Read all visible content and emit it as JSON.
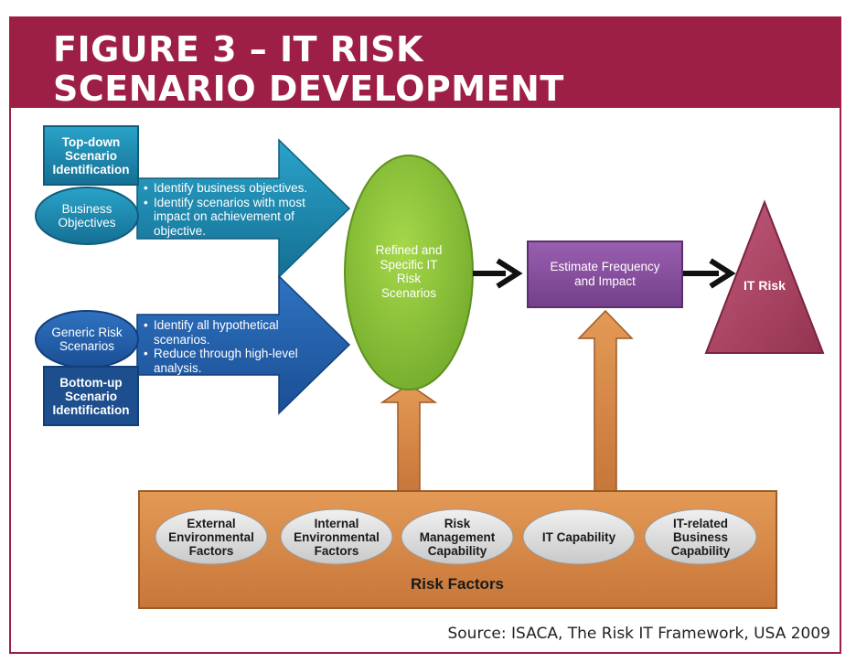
{
  "header": {
    "title_line1": "FIGURE 3 – IT RISK",
    "title_line2": "SCENARIO DEVELOPMENT"
  },
  "top_down": {
    "box_label": "Top-down Scenario Identification",
    "oval_label": "Business Objectives",
    "bullets": [
      "Identify business objectives.",
      "Identify scenarios with most impact on achievement of objective."
    ]
  },
  "bottom_up": {
    "box_label": "Bottom-up Scenario Identification",
    "oval_label": "Generic Risk Scenarios",
    "bullets": [
      "Identify all hypothetical scenarios.",
      "Reduce through high-level analysis."
    ]
  },
  "refined": {
    "label": "Refined and Specific IT Risk Scenarios"
  },
  "estimate": {
    "label": "Estimate Frequency and Impact"
  },
  "it_risk": {
    "label": "IT Risk"
  },
  "risk_factors": {
    "label": "Risk Factors",
    "items": [
      "External Environmental Factors",
      "Internal Environmental Factors",
      "Risk Management Capability",
      "IT Capability",
      "IT-related Business Capability"
    ]
  },
  "source": "Source: ISACA, The Risk IT Framework, USA 2009",
  "colors": {
    "header_bg": "#9e1f45",
    "teal": "#1b7fa6",
    "blue": "#1f5aa3",
    "navy": "#1d4f8f",
    "green": "#8dc63f",
    "purple": "#8a4f9e",
    "maroon": "#b24a6a",
    "orange": "#d88a45"
  }
}
